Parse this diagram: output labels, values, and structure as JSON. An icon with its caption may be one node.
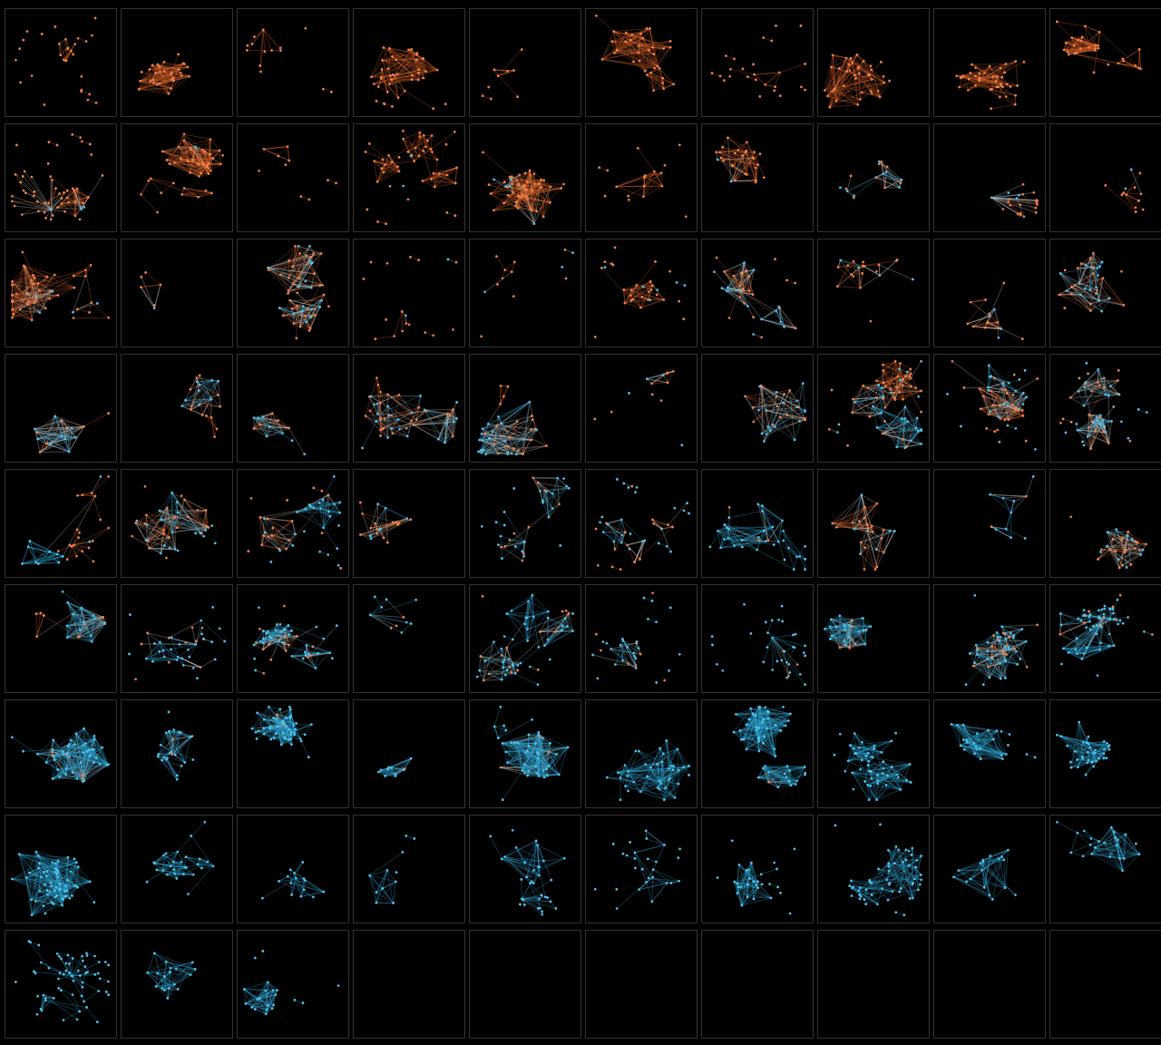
{
  "diagram": {
    "nodes": [
      {
        "text": [],
        "shape": "picture"
      },
      {
        "text": [],
        "shape": "picture"
      },
      {
        "text": [],
        "shape": "picture"
      },
      {
        "text": [],
        "shape": "picture"
      },
      {
        "text": [],
        "shape": "picture"
      },
      {
        "text": [],
        "shape": "picture"
      },
      {
        "text": [],
        "shape": "picture"
      },
      {
        "text": [],
        "shape": "picture"
      },
      {
        "text": [],
        "shape": "picture"
      },
      {
        "text": [],
        "shape": "picture"
      },
      {
        "text": [],
        "shape": "picture"
      },
      {
        "text": [],
        "shape": "picture"
      },
      {
        "text": [],
        "shape": "picture"
      },
      {
        "text": [],
        "shape": "picture"
      },
      {
        "text": [],
        "shape": "picture"
      },
      {
        "text": [],
        "shape": "picture"
      },
      {
        "text": [],
        "shape": "picture"
      },
      {
        "text": [],
        "shape": "picture"
      },
      {
        "text": [],
        "shape": "picture"
      },
      {
        "text": [],
        "shape": "picture"
      },
      {
        "text": [],
        "shape": "picture"
      },
      {
        "text": [],
        "shape": "picture"
      },
      {
        "text": [],
        "shape": "picture"
      },
      {
        "text": [],
        "shape": "picture"
      },
      {
        "text": [],
        "shape": "picture"
      },
      {
        "text": [],
        "shape": "picture"
      },
      {
        "text": [],
        "shape": "picture"
      },
      {
        "text": [],
        "shape": "picture"
      },
      {
        "text": [],
        "shape": "picture"
      },
      {
        "text": [],
        "shape": "picture"
      },
      {
        "text": [],
        "shape": "picture"
      },
      {
        "text": [],
        "shape": "picture"
      },
      {
        "text": [],
        "shape": "picture"
      },
      {
        "text": [],
        "shape": "picture"
      },
      {
        "text": [],
        "shape": "picture"
      },
      {
        "text": [],
        "shape": "picture"
      },
      {
        "text": [],
        "shape": "picture"
      },
      {
        "text": [],
        "shape": "picture"
      },
      {
        "text": [],
        "shape": "picture"
      },
      {
        "text": [],
        "shape": "picture"
      },
      {
        "text": [],
        "shape": "picture"
      },
      {
        "text": [],
        "shape": "picture"
      },
      {
        "text": [],
        "shape": "picture"
      },
      {
        "text": [],
        "shape": "picture"
      },
      {
        "text": [],
        "shape": "picture"
      },
      {
        "text": [],
        "shape": "picture"
      },
      {
        "text": [],
        "shape": "picture"
      },
      {
        "text": [],
        "shape": "picture"
      },
      {
        "text": [],
        "shape": "picture"
      },
      {
        "text": [],
        "shape": "picture"
      },
      {
        "text": [],
        "shape": "picture"
      },
      {
        "text": [],
        "shape": "picture"
      },
      {
        "text": [],
        "shape": "picture"
      },
      {
        "text": [],
        "shape": "picture"
      },
      {
        "text": [],
        "shape": "picture"
      },
      {
        "text": [],
        "shape": "picture"
      },
      {
        "text": [],
        "shape": "picture"
      },
      {
        "text": [],
        "shape": "picture"
      },
      {
        "text": [],
        "shape": "picture"
      },
      {
        "text": [],
        "shape": "picture"
      },
      {
        "text": [],
        "shape": "picture"
      },
      {
        "text": [],
        "shape": "picture"
      },
      {
        "text": [],
        "shape": "picture"
      },
      {
        "text": [],
        "shape": "picture"
      },
      {
        "text": [],
        "shape": "picture"
      },
      {
        "text": [],
        "shape": "picture"
      },
      {
        "text": [],
        "shape": "picture"
      },
      {
        "text": [],
        "shape": "picture"
      },
      {
        "text": [],
        "shape": "picture"
      },
      {
        "text": [],
        "shape": "picture"
      },
      {
        "text": [],
        "shape": "picture"
      },
      {
        "text": [],
        "shape": "picture"
      },
      {
        "text": [],
        "shape": "picture"
      },
      {
        "text": [],
        "shape": "picture"
      },
      {
        "text": [],
        "shape": "picture"
      },
      {
        "text": [],
        "shape": "picture"
      },
      {
        "text": [],
        "shape": "picture"
      },
      {
        "text": [],
        "shape": "picture"
      },
      {
        "text": [],
        "shape": "picture"
      },
      {
        "text": [],
        "shape": "picture"
      },
      {
        "text": [],
        "shape": "picture"
      },
      {
        "text": [],
        "shape": "picture"
      },
      {
        "text": [],
        "shape": "picture"
      },
      {
        "text": [],
        "shape": "box"
      },
      {
        "text": [],
        "shape": "box"
      },
      {
        "text": [],
        "shape": "box"
      },
      {
        "text": [],
        "shape": "box"
      },
      {
        "text": [],
        "shape": "box"
      },
      {
        "text": [],
        "shape": "box"
      },
      {
        "text": [],
        "shape": "box"
      }
    ]
  }
}
